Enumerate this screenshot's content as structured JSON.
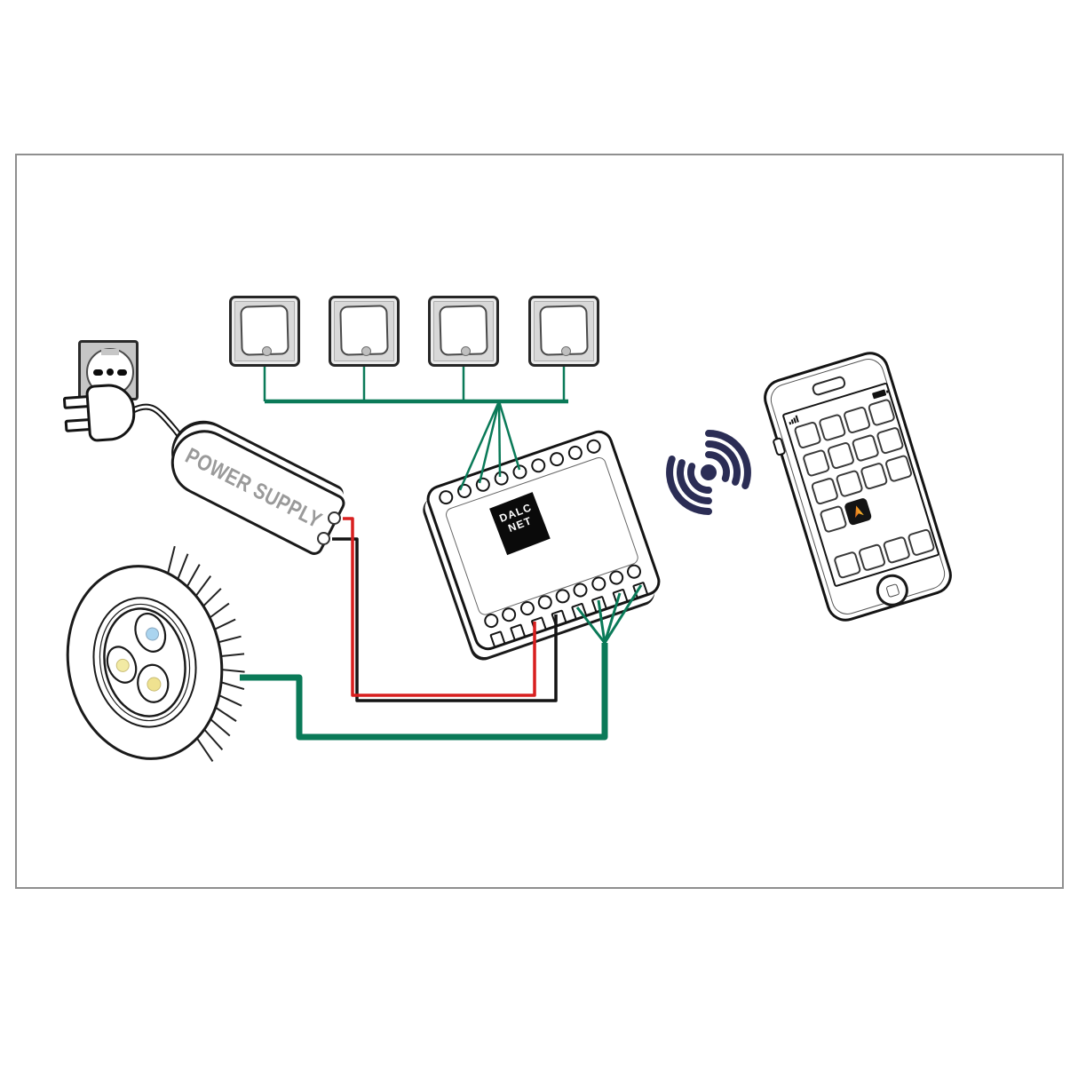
{
  "diagram": {
    "title": "DALCNET lighting control wiring diagram",
    "background": "#ffffff",
    "border_color": "#8f8f8f",
    "colors": {
      "bus_wire_green": "#0a7a58",
      "wire_red": "#d81f1f",
      "wire_black": "#141414",
      "wireless_navy": "#2b2d55",
      "led_cool_blue": "#aad4ef",
      "led_warm_pale": "#f2eaa4",
      "led_warm_yellow": "#efe290",
      "switch_plate_gray": "#d8d8d8",
      "app_icon_orange": "#ef8c1a"
    },
    "wall_socket": {
      "type": "italian-3-pin-socket",
      "pins": 3
    },
    "power_plug": {
      "prongs": 2
    },
    "power_supply": {
      "label": "POWER SUPPLY",
      "terminals": 2
    },
    "switches": {
      "count": 4,
      "style": "rocker-with-indicator-dot"
    },
    "controller": {
      "label_line1": "DALC",
      "label_line2": "NET",
      "top_holes": 9,
      "bottom_holes": 9,
      "bottom_terminals": 8
    },
    "wireless_icon": {
      "arcs_per_side": 3
    },
    "phone": {
      "app_icon_rows": 4,
      "dock_icons": 4,
      "highlighted_app": "dalcnet-app-arrow",
      "status": {
        "signal_bars": 4,
        "battery": "full"
      }
    },
    "led_fixture": {
      "led_count": 3,
      "led_colors": [
        "blue",
        "pale-yellow",
        "yellow"
      ],
      "heatsink": true
    },
    "wiring": {
      "switch_bus": "green",
      "power_positive": "red",
      "power_negative": "black",
      "lamp_output": "green-thick"
    }
  }
}
